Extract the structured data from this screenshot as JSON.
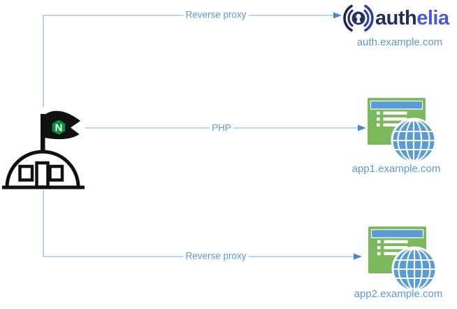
{
  "diagram": {
    "edges": [
      {
        "id": "nginx-to-authelia",
        "label": "Reverse proxy"
      },
      {
        "id": "nginx-to-app1",
        "label": "PHP"
      },
      {
        "id": "nginx-to-app2",
        "label": "Reverse proxy"
      }
    ],
    "nginx": {
      "flag_letter": "N"
    },
    "authelia": {
      "name_dark": "auth",
      "name_accent": "elia",
      "domain": "auth.example.com"
    },
    "app1": {
      "domain": "app1.example.com"
    },
    "app2": {
      "domain": "app2.example.com"
    }
  },
  "colors": {
    "edge-line": "#a5c8e8",
    "edge-arrow": "#4a86d0",
    "edge-label": "#5b9ad5",
    "domain-label": "#5b9ad5",
    "app-green": "#7cb95c",
    "app-titlebar": "#5b9bd5",
    "globe-blue": "#5b9bd5",
    "nginx-green": "#009639",
    "icon-black": "#111111",
    "authelia-navy": "#20305b",
    "authelia-indigo": "#4c5ad2",
    "authelia-ring-dark": "#1b2550",
    "authelia-ring-mid": "#2f3ca6",
    "authelia-center": "#27306b"
  }
}
